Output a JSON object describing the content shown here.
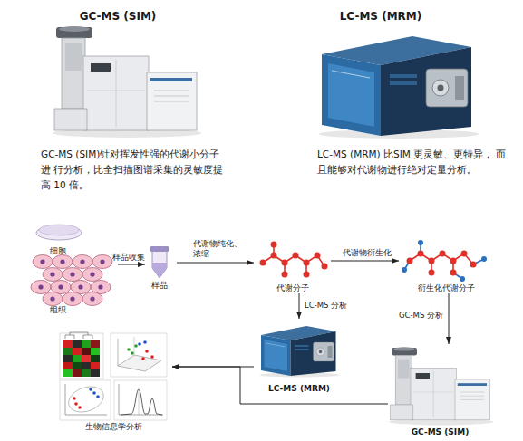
{
  "diagram": {
    "nodes": [
      {
        "text": [
          "GC-MS (SIM)",
          "GC-MS (SIM)针对挥发性强的代谢小分子进 行分析，比全扫描图谱采集的灵敏度提高 10 倍。"
        ]
      },
      {
        "text": [
          "LC-MS (MRM)",
          "LC-MS (MRM) 比SIM 更灵敏、更特异， 而且能够对代谢物进行绝对定量分析。"
        ]
      },
      {
        "text": [
          "细胞",
          "组织"
        ]
      },
      {
        "text": [
          "样品"
        ]
      },
      {
        "text": [
          "代谢分子"
        ]
      },
      {
        "text": [
          "衍生化代谢分子"
        ]
      },
      {
        "text": [
          "LC-MS (MRM)"
        ]
      },
      {
        "text": [
          "GC-MS (SIM)"
        ]
      },
      {
        "text": [
          "生物信息学分析"
        ]
      }
    ],
    "edges": [
      {
        "from": 2,
        "to": 3,
        "label": "样品收集",
        "arrow": "to"
      },
      {
        "from": 3,
        "to": 4,
        "label": "代谢物纯化、 浓缩",
        "arrow": "to"
      },
      {
        "from": 4,
        "to": 5,
        "label": "代谢物衍生化",
        "arrow": "to"
      },
      {
        "from": 4,
        "to": 6,
        "label": "LC-MS 分析",
        "arrow": "to"
      },
      {
        "from": 5,
        "to": 7,
        "label": "GC-MS 分析",
        "arrow": "to"
      },
      {
        "from": 7,
        "to": 8,
        "arrow": "to"
      },
      {
        "from": 6,
        "to": 8,
        "arrow": "to"
      }
    ]
  }
}
